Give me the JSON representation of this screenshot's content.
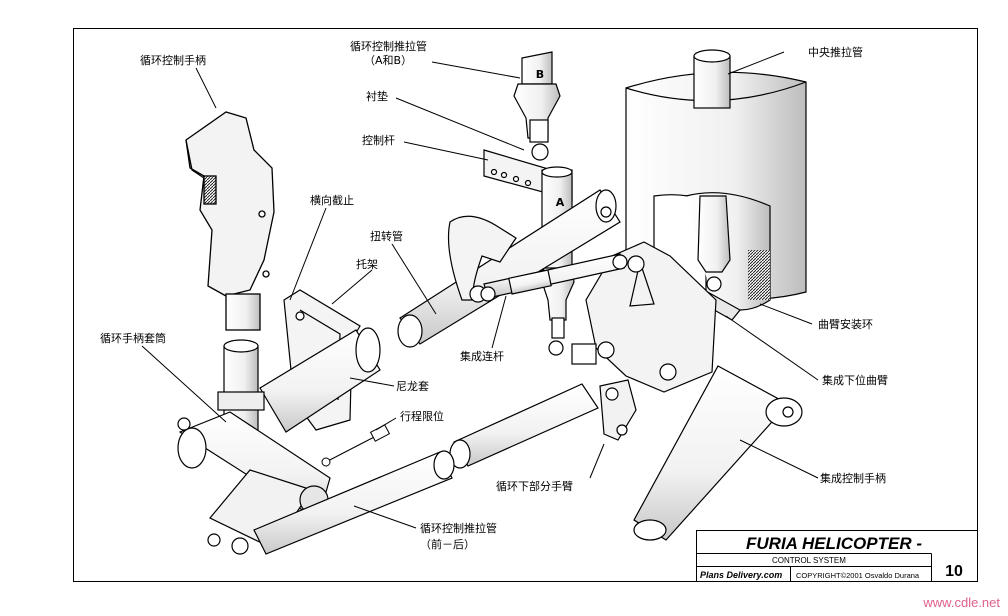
{
  "labels": {
    "cyclic_grip": "循环控制手柄",
    "cyclic_push_pull": "循环控制推拉管",
    "cyclic_push_pull_sub": "（A和B）",
    "bushing": "衬垫",
    "control_rod": "控制杆",
    "center_push_pull": "中央推拉管",
    "lateral_stop": "横向截止",
    "torque_tube": "扭转管",
    "bracket": "托架",
    "cyclic_grip_sleeve": "循环手柄套筒",
    "integrated_link": "集成连杆",
    "bellcrank_mount_ring": "曲臂安装环",
    "integrated_lower_bellcrank": "集成下位曲臂",
    "nylon_sleeve": "尼龙套",
    "travel_limit": "行程限位",
    "cyclic_lower_arm": "循环下部分手臂",
    "integrated_control_grip": "集成控制手柄",
    "cyclic_push_pull_fore_aft": "循环控制推拉管",
    "cyclic_push_pull_fore_aft_sub": "（前－后）"
  },
  "part_marks": {
    "b": "B",
    "a": "A"
  },
  "title_block": {
    "title": "FURIA HELICOPTER -",
    "subtitle": "CONTROL SYSTEM",
    "page_number": "10",
    "publisher": "Plans Delivery.com",
    "copyright": "COPYRIGHT©2001 Osvaldo Durana"
  },
  "watermark": "www.cdle.net"
}
